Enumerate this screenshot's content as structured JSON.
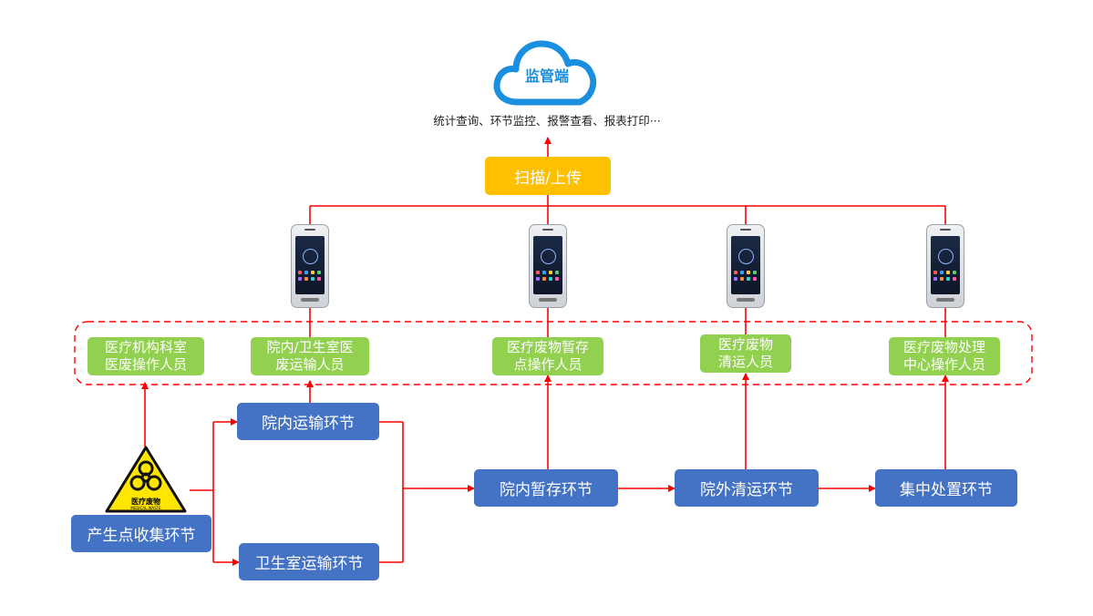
{
  "cloud": {
    "label": "监管端",
    "icon": "cloud-icon"
  },
  "caption": "统计查询、环节监控、报警查看、报表打印···",
  "scan_upload": "扫描/上传",
  "handheld_icon": "handheld-terminal-icon",
  "personnel": [
    {
      "label": "医疗机构科室\n医废操作人员"
    },
    {
      "label": "院内/卫生室医\n废运输人员"
    },
    {
      "label": "医疗废物暂存\n点操作人员"
    },
    {
      "label": "医疗废物\n清运人员"
    },
    {
      "label": "医疗废物处理\n中心操作人员"
    }
  ],
  "stages": {
    "collection": "产生点收集环节",
    "hospital_transport": "院内运输环节",
    "clinic_transport": "卫生室运输环节",
    "temp_storage": "院内暂存环节",
    "external_transport": "院外清运环节",
    "central_disposal": "集中处置环节"
  },
  "hazard_sign": {
    "icon": "biohazard-icon",
    "label": "医疗废物",
    "sub": "MEDICAL WASTE"
  },
  "colors": {
    "connector": "#ff0000",
    "personnel_box": "#92d050",
    "stage_box": "#4472c4",
    "scan_box": "#ffc000",
    "cloud": "#1a8fe0"
  }
}
